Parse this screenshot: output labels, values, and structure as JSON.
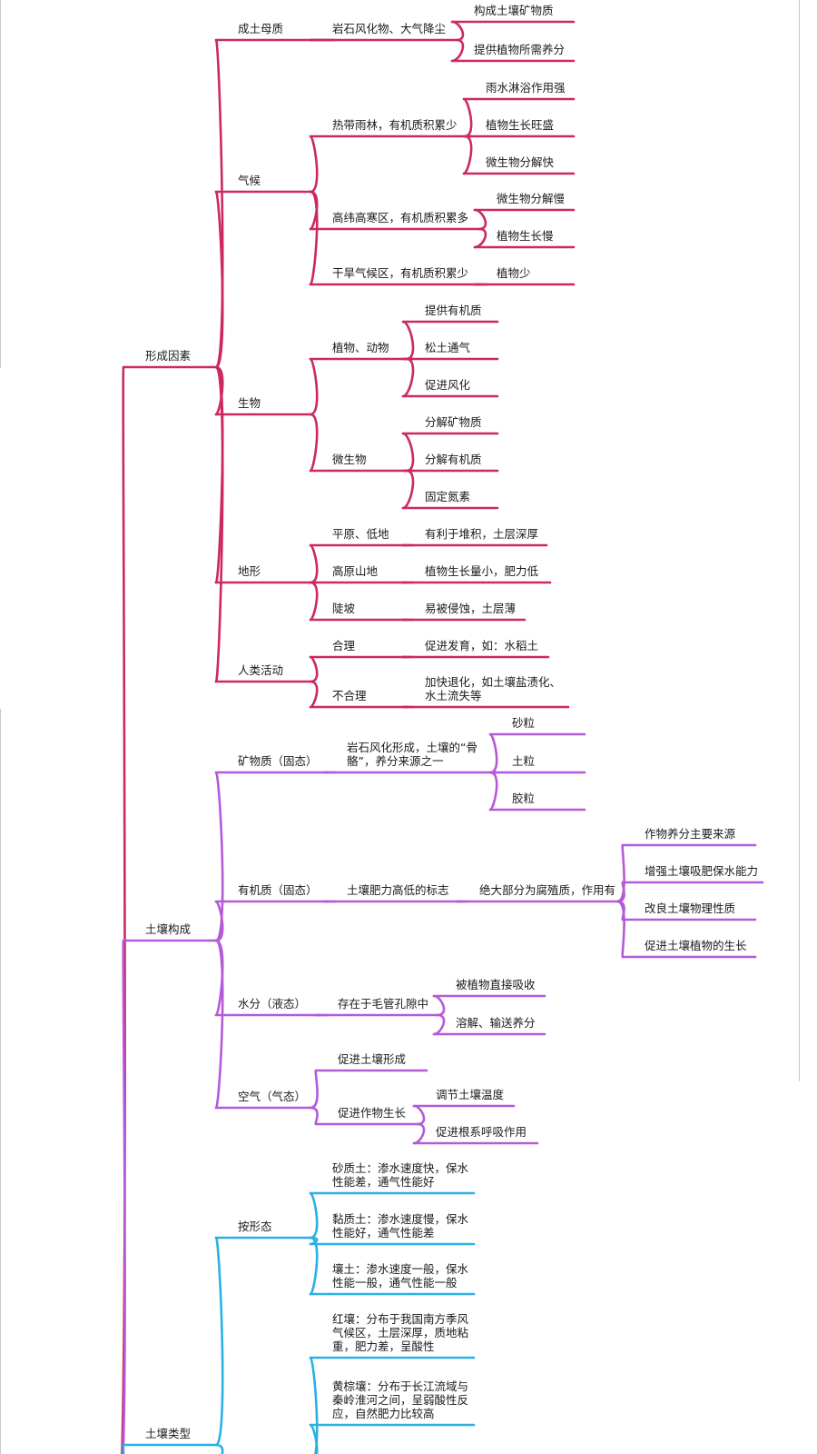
{
  "colors": {
    "formation": "#cc2a5c",
    "composition": "#b45ad8",
    "types": "#2bb0e3"
  },
  "mindmap": [
    {
      "key": "formation",
      "label": "形成因素",
      "children": [
        {
          "label": "成土母质",
          "children": [
            {
              "label": "岩石风化物、大气降尘",
              "children": [
                {
                  "label": "构成土壤矿物质"
                },
                {
                  "label": "提供植物所需养分"
                }
              ]
            }
          ]
        },
        {
          "label": "气候",
          "children": [
            {
              "label": "热带雨林，有机质积累少",
              "children": [
                {
                  "label": "雨水淋浴作用强"
                },
                {
                  "label": "植物生长旺盛"
                },
                {
                  "label": "微生物分解快"
                }
              ]
            },
            {
              "label": "高纬高寒区，有机质积累多",
              "children": [
                {
                  "label": "微生物分解慢"
                },
                {
                  "label": "植物生长慢"
                }
              ]
            },
            {
              "label": "干旱气候区，有机质积累少",
              "children": [
                {
                  "label": "植物少"
                }
              ]
            }
          ]
        },
        {
          "label": "生物",
          "children": [
            {
              "label": "植物、动物",
              "children": [
                {
                  "label": "提供有机质"
                },
                {
                  "label": "松土通气"
                },
                {
                  "label": "促进风化"
                }
              ]
            },
            {
              "label": "微生物",
              "children": [
                {
                  "label": "分解矿物质"
                },
                {
                  "label": "分解有机质"
                },
                {
                  "label": "固定氮素"
                }
              ]
            }
          ]
        },
        {
          "label": "地形",
          "children": [
            {
              "label": "平原、低地",
              "children": [
                {
                  "label": "有利于堆积，土层深厚"
                }
              ]
            },
            {
              "label": "高原山地",
              "children": [
                {
                  "label": "植物生长量小，肥力低"
                }
              ]
            },
            {
              "label": "陡坡",
              "children": [
                {
                  "label": "易被侵蚀，土层薄"
                }
              ]
            }
          ]
        },
        {
          "label": "人类活动",
          "children": [
            {
              "label": "合理",
              "children": [
                {
                  "label": "促进发育，如：水稻土"
                }
              ]
            },
            {
              "label": "不合理",
              "children": [
                {
                  "label": "加快退化，如土壤盐渍化、\n水土流失等"
                }
              ]
            }
          ]
        }
      ]
    },
    {
      "key": "composition",
      "label": "土壤构成",
      "children": [
        {
          "label": "矿物质（固态）",
          "children": [
            {
              "label": "岩石风化形成，土壤的“骨\n骼”，养分来源之一",
              "children": [
                {
                  "label": "砂粒"
                },
                {
                  "label": "土粒"
                },
                {
                  "label": "胶粒"
                }
              ]
            }
          ]
        },
        {
          "label": "有机质（固态）",
          "children": [
            {
              "label": "土壤肥力高低的标志",
              "children": [
                {
                  "label": "绝大部分为腐殖质，作用有",
                  "children": [
                    {
                      "label": "作物养分主要来源"
                    },
                    {
                      "label": "增强土壤吸肥保水能力"
                    },
                    {
                      "label": "改良土壤物理性质"
                    },
                    {
                      "label": "促进土壤植物的生长"
                    }
                  ]
                }
              ]
            }
          ]
        },
        {
          "label": "水分（液态）",
          "children": [
            {
              "label": "存在于毛管孔隙中",
              "children": [
                {
                  "label": "被植物直接吸收"
                },
                {
                  "label": "溶解、输送养分"
                }
              ]
            }
          ]
        },
        {
          "label": "空气（气态）",
          "children": [
            {
              "label": "促进土壤形成"
            },
            {
              "label": "促进作物生长",
              "children": [
                {
                  "label": "调节土壤温度"
                },
                {
                  "label": "促进根系呼吸作用"
                }
              ]
            }
          ]
        }
      ]
    },
    {
      "key": "types",
      "label": "土壤类型",
      "children": [
        {
          "label": "按形态",
          "children": [
            {
              "label": "砂质土：渗水速度快，保水\n性能差，通气性能好"
            },
            {
              "label": "黏质土：渗水速度慢，保水\n性能好，通气性能差"
            },
            {
              "label": "壤土：渗水速度一般，保水\n性能一般，通气性能一般"
            }
          ]
        },
        {
          "label": "",
          "children": [
            {
              "label": "红壤：分布于我国南方季风\n气候区，土层深厚，质地粘\n重，肥力差，呈酸性"
            },
            {
              "label": "黄棕壤：分布于长江流域与\n秦岭淮河之间，呈弱酸性反\n应，自然肥力比较高"
            }
          ]
        }
      ]
    }
  ]
}
